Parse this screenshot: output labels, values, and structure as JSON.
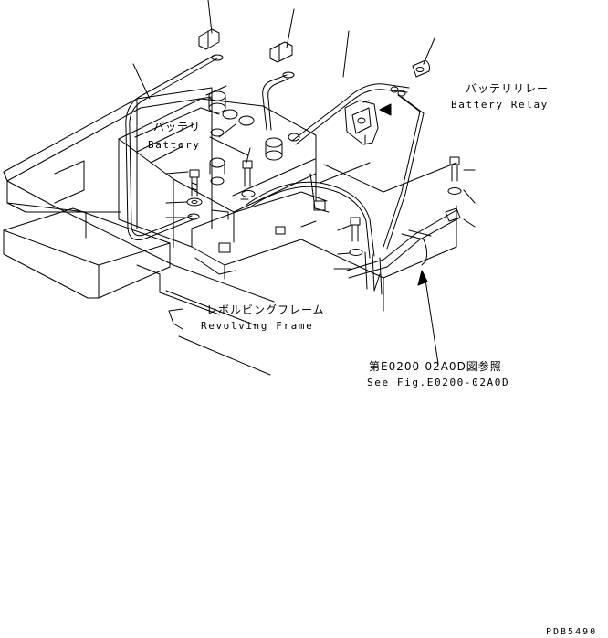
{
  "labels": {
    "battery_jp": "バッテリ",
    "battery_en": "Battery",
    "battery_relay_jp": "バッテリリレー",
    "battery_relay_en": "Battery Relay",
    "revolving_frame_jp": "レボルビングフレーム",
    "revolving_frame_en": "Revolving Frame",
    "ref_jp": "第E0200-02A0D図参照",
    "ref_en": "See Fig.E0200-02A0D",
    "drawing_code": "PDB5490"
  },
  "colors": {
    "ink": "#000000",
    "paper": "#ffffff"
  }
}
